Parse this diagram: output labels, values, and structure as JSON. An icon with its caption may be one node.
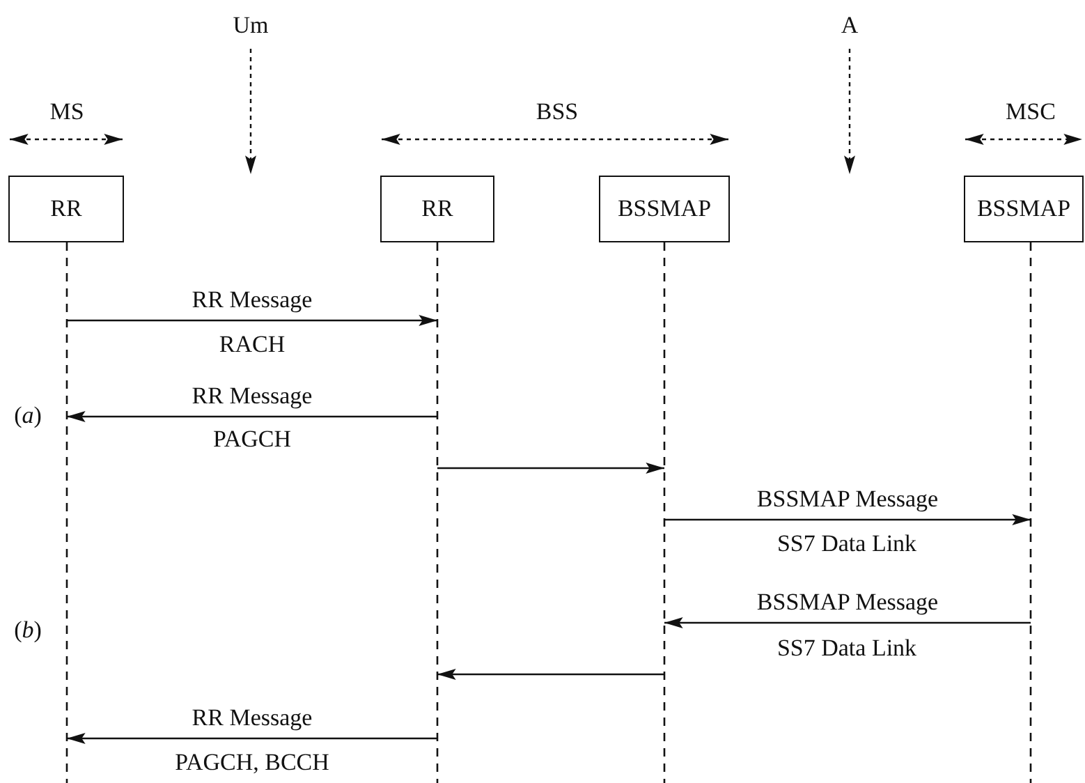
{
  "diagram": {
    "nodes": [
      {
        "text": [
          "RR"
        ]
      },
      {
        "text": [
          "RR"
        ]
      },
      {
        "text": [
          "BSSMAP"
        ]
      },
      {
        "text": [
          "BSSMAP"
        ]
      }
    ],
    "edges": [
      {
        "from": 0,
        "to": 1,
        "arrow": "to",
        "label": "RR Message"
      },
      {
        "from": 1,
        "to": 0,
        "arrow": "to",
        "label": "RR Message"
      },
      {
        "from": 1,
        "to": 2,
        "arrow": "to"
      },
      {
        "from": 2,
        "to": 3,
        "arrow": "to",
        "label": "BSSMAP Message"
      },
      {
        "from": 3,
        "to": 2,
        "arrow": "to",
        "label": "BSSMAP Message"
      },
      {
        "from": 2,
        "to": 1,
        "arrow": "to"
      },
      {
        "from": 1,
        "to": 0,
        "arrow": "to",
        "label": "RR Message"
      }
    ],
    "labels": [
      "Um",
      "A",
      "MS",
      "BSS",
      "MSC",
      "RACH",
      "(*a*)",
      "PAGCH",
      "SS7 Data Link",
      "(*b*)",
      "SS7 Data Link",
      "PAGCH, BCCH"
    ]
  }
}
